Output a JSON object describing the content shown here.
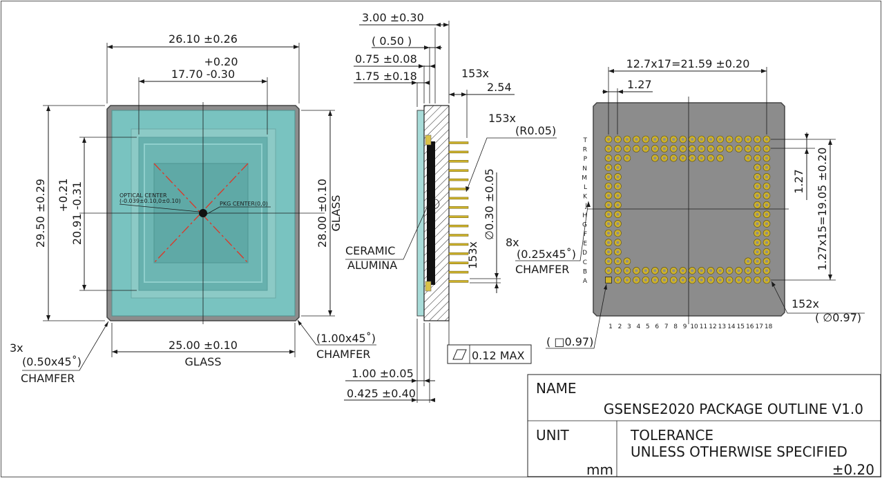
{
  "front_view": {
    "width_total": "26.10 ±0.26",
    "tol_plus": "+0.20",
    "width_active": "17.70 -0.30",
    "height_total": "29.50 ±0.29",
    "height_active_plus": "+0.21",
    "height_active": "20.91 -0.31",
    "height_glass": "28.00 ±0.10",
    "glass_label": "GLASS",
    "optical_center_title": "OPTICAL CENTER",
    "optical_center_value": "(-0.039±0.10,0±0.10)",
    "pkg_center": "PKG CENTER(0,0)",
    "width_glass": "25.00 ±0.10",
    "corner_count": "3x",
    "corner_chamfer": "(0.50x45˚)",
    "chamfer_label": "CHAMFER",
    "big_chamfer": "(1.00x45˚)"
  },
  "side_view": {
    "d_300": "3.00 ±0.30",
    "d_050": "( 0.50 )",
    "d_075": "0.75 ±0.08",
    "d_175": "1.75 ±0.18",
    "pin_count": "153x",
    "pitch": "2.54",
    "radius_count": "153x",
    "radius": "(R0.05)",
    "ceramic": "CERAMIC",
    "alumina": "ALUMINA",
    "pin_diam": "∅0.30 ±0.05",
    "pin_count2": "153x",
    "flatness": "0.12 MAX",
    "d_100": "1.00 ±0.05",
    "d_0425": "0.425 ±0.40"
  },
  "bottom_view": {
    "span": "12.7x17=21.59 ±0.20",
    "pitch_h": "1.27",
    "pitch_v": "1.27",
    "span_v": "1.27x15=19.05 ±0.20",
    "row_labels": [
      "T",
      "R",
      "P",
      "N",
      "M",
      "L",
      "K",
      "J",
      "H",
      "G",
      "F",
      "E",
      "D",
      "C",
      "B",
      "A"
    ],
    "col_labels": [
      "1",
      "2",
      "3",
      "4",
      "5",
      "6",
      "7",
      "8",
      "9",
      "10",
      "11",
      "12",
      "13",
      "14",
      "15",
      "16",
      "17",
      "18"
    ],
    "chamfer_count": "8x",
    "chamfer": "(0.25x45˚)",
    "chamfer_label": "CHAMFER",
    "pad_count": "152x",
    "pad_diam": "( ∅0.97)",
    "square_pad": "( □0.97)"
  },
  "title_block": {
    "name_label": "NAME",
    "name_value": "GSENSE2020 PACKAGE OUTLINE V1.0",
    "unit_label": "UNIT",
    "unit_value": "mm",
    "tol_label": "TOLERANCE",
    "tol_desc": "UNLESS OTHERWISE SPECIFIED",
    "tol_value": "±0.20"
  },
  "colors": {
    "package": "#8a8a8a",
    "glass": "#7cc3c0",
    "active": "#5aa8a6",
    "pin_gold": "#cdb22a",
    "center_mark": "#d93a2b"
  }
}
